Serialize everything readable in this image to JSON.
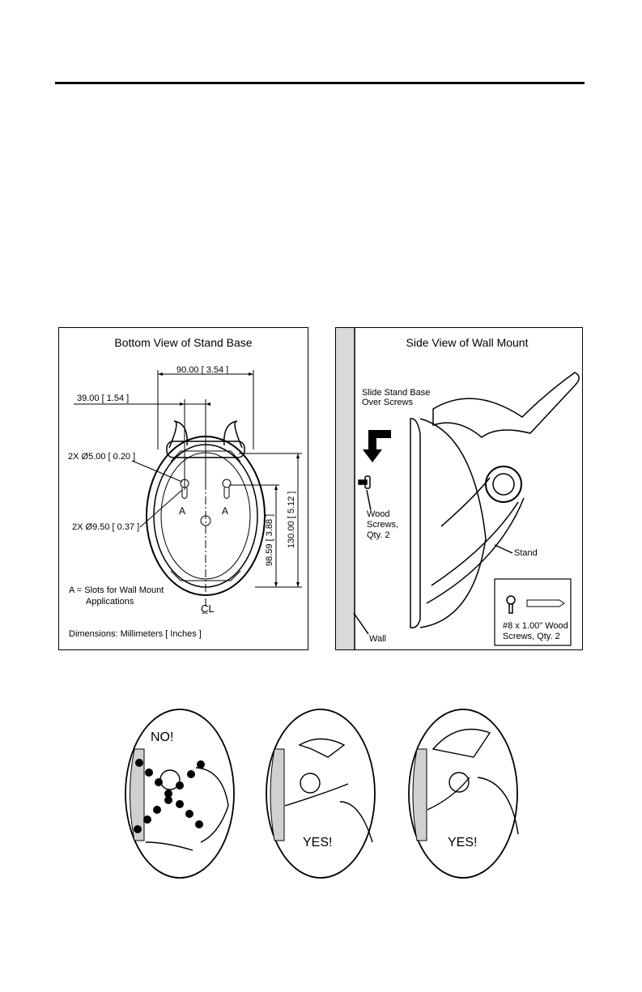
{
  "bottom_view": {
    "title": "Bottom View of Stand Base",
    "dim_width": "90.00 [ 3.54 ]",
    "dim_offset": "39.00 [ 1.54 ]",
    "dim_small_hole": "2X Ø5.00 [ 0.20 ]",
    "dim_large_hole": "2X Ø9.50 [ 0.37 ]",
    "dim_slot_height": "98.59 [ 3.88 ]",
    "dim_total_height": "130.00 [ 5.12 ]",
    "slot_label_left": "A",
    "slot_label_right": "A",
    "centerline_symbol": "C̲L",
    "legend_line1": "A = Slots for Wall Mount",
    "legend_line2": "Applications",
    "units_note": "Dimensions: Millimeters [ Inches ]"
  },
  "side_view": {
    "title": "Side View of Wall Mount",
    "slide_line1": "Slide Stand Base",
    "slide_line2": "Over Screws",
    "wood_line1": "Wood",
    "wood_line2": "Screws,",
    "wood_line3": "Qty. 2",
    "stand_label": "Stand",
    "wall_label": "Wall",
    "screw_line1": "#8 x 1.00\" Wood",
    "screw_line2": "Screws, Qty. 2"
  },
  "orientation": {
    "no_label": "NO!",
    "yes_label_1": "YES!",
    "yes_label_2": "YES!"
  }
}
